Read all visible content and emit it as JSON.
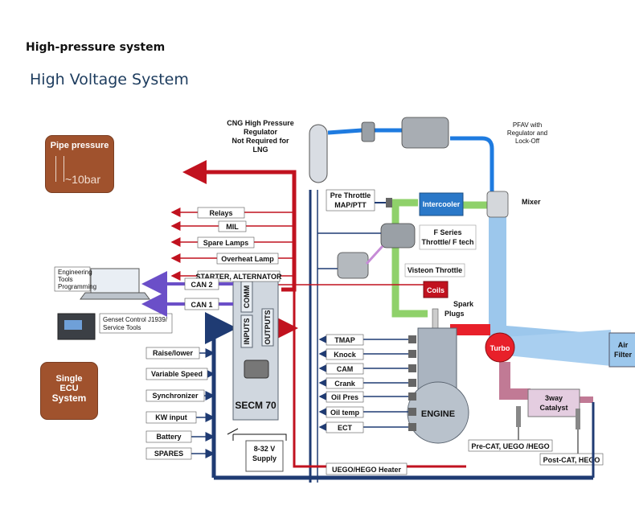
{
  "header": {
    "title": "High-pressure system",
    "subtitle": "High Voltage System"
  },
  "callouts": {
    "pipe_label": "Pipe pressure",
    "pipe_value": "~10bar",
    "ecu_label_1": "Single",
    "ecu_label_2": "ECU",
    "ecu_label_3": "System"
  },
  "components": {
    "cng_regulator": [
      "CNG High Pressure",
      "Regulator",
      "Not Required for",
      "LNG"
    ],
    "pfav": [
      "PFAV with",
      "Regulator and",
      "Lock-Off"
    ],
    "mixer": "Mixer",
    "pre_throttle": [
      "Pre Throttle",
      "MAP/PTT"
    ],
    "intercooler": "Intercooler",
    "throttle": [
      "F Series",
      "Throttle/ F tech"
    ],
    "visteon": "Visteon Throttle",
    "coils": "Coils",
    "spark_plugs": [
      "Spark",
      "Plugs"
    ],
    "turbo": "Turbo",
    "air_filter": [
      "Air",
      "Filter"
    ],
    "engine": "ENGINE",
    "catalyst": [
      "3way",
      "Catalyst"
    ],
    "pre_cat": "Pre-CAT, UEGO /HEGO",
    "post_cat": "Post-CAT, HEGO",
    "uego_heater": "UEGO/HEGO Heater",
    "ecu": "SECM 70",
    "ecu_comm": "COMM",
    "ecu_inputs": "INPUTS",
    "ecu_outputs": "OUTPUTS",
    "supply": [
      "8-32 V",
      "Supply"
    ],
    "laptop": [
      "Engineering",
      "Tools",
      "Programming"
    ],
    "genset": [
      "Genset Control J1939/",
      "Service Tools"
    ]
  },
  "outputs": [
    "Relays",
    "MIL",
    "Spare Lamps",
    "Overheat Lamp",
    "STARTER, ALTERNATOR"
  ],
  "can_buses": [
    "CAN 2",
    "CAN 1"
  ],
  "inputs": [
    "Raise/lower",
    "Variable Speed",
    "Synchronizer",
    "KW input",
    "Battery",
    "SPARES"
  ],
  "sensors": [
    "TMAP",
    "Knock",
    "CAM",
    "Crank",
    "Oil Pres",
    "Oil temp",
    "ECT"
  ],
  "colors": {
    "output_red": "#c1121f",
    "wire_navy": "#1f3b73",
    "can_purple": "#6b4fc8",
    "intake_green": "#8fd16a",
    "air_blue": "#9cc7ec",
    "gas_blue": "#1e7be0",
    "exhaust_red": "#e8202a",
    "exhaust_pink": "#c17a95",
    "callout_brown": "#a0522d",
    "intercooler_blue": "#2a78c8"
  }
}
